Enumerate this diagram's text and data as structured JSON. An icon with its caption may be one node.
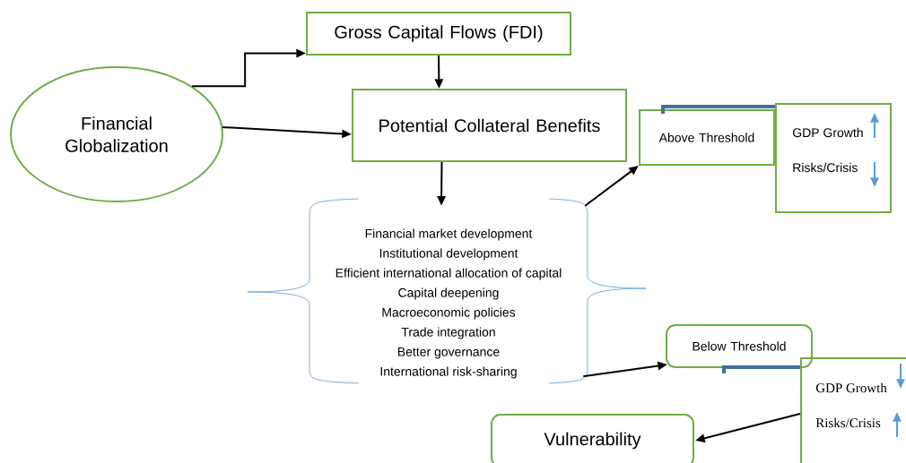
{
  "diagram": {
    "nodes": [
      {
        "text": [
          "Financial Globalization"
        ]
      },
      {
        "text": [
          "Gross Capital Flows (FDI)"
        ]
      },
      {
        "text": [
          "Potential Collateral Benefits"
        ]
      },
      {
        "text": [
          "Financial market development",
          "Institutional development",
          "Efficient international allocation of capital",
          "Capital deepening",
          "Macroeconomic policies",
          "Trade integration",
          "Better governance",
          "International risk-sharing"
        ]
      },
      {
        "text": [
          "Above Threshold"
        ]
      },
      {
        "text": [
          "GDP Growth",
          "Risks/Crisis"
        ]
      },
      {
        "text": [
          "Below Threshold"
        ]
      },
      {
        "text": [
          "GDP Growth",
          "Risks/Crisis"
        ]
      },
      {
        "text": [
          "Vulnerability"
        ]
      }
    ],
    "edges": [
      {
        "from": 0,
        "to": 1,
        "arrow": "to"
      },
      {
        "from": 1,
        "to": 2,
        "arrow": "to"
      },
      {
        "from": 0,
        "to": 2,
        "arrow": "to"
      },
      {
        "from": 2,
        "to": 3,
        "arrow": "to"
      },
      {
        "from": 3,
        "to": 4,
        "arrow": "to"
      },
      {
        "from": 3,
        "to": 6,
        "arrow": "to"
      },
      {
        "from": 4,
        "to": 5,
        "arrow": "none",
        "style": "thick",
        "color": "#41719c"
      },
      {
        "from": 6,
        "to": 7,
        "arrow": "none",
        "style": "thick",
        "color": "#41719c"
      },
      {
        "from": 7,
        "to": 8,
        "arrow": "to"
      }
    ]
  }
}
